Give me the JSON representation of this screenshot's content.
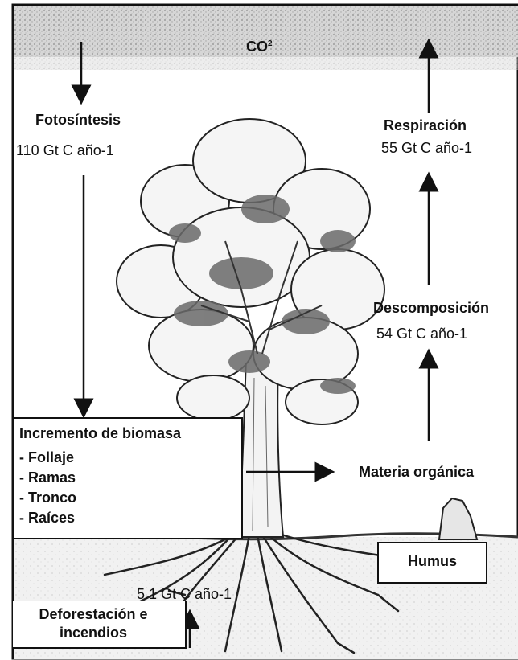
{
  "co2": {
    "label": "CO",
    "sup": "2"
  },
  "photosynthesis": {
    "title": "Fotosíntesis",
    "value": "110 Gt C año-1"
  },
  "respiration": {
    "title": "Respiración",
    "value": "55 Gt C año-1"
  },
  "decomposition": {
    "title": "Descomposición",
    "value": "54 Gt C año-1"
  },
  "biomass": {
    "title": "Incremento de biomasa",
    "items": [
      "- Follaje",
      "- Ramas",
      "- Tronco",
      "- Raíces"
    ]
  },
  "organic_matter": "Materia orgánica",
  "humus": "Humus",
  "deforestation": {
    "value": "5.1 Gt C año-1",
    "line1": "Deforestación e",
    "line2": "incendios"
  },
  "colors": {
    "sky": "#cfcfcf",
    "soil": "#efefef",
    "foliage": "#f4f4f4",
    "shade": "#6a6a6a",
    "ink": "#111111"
  }
}
